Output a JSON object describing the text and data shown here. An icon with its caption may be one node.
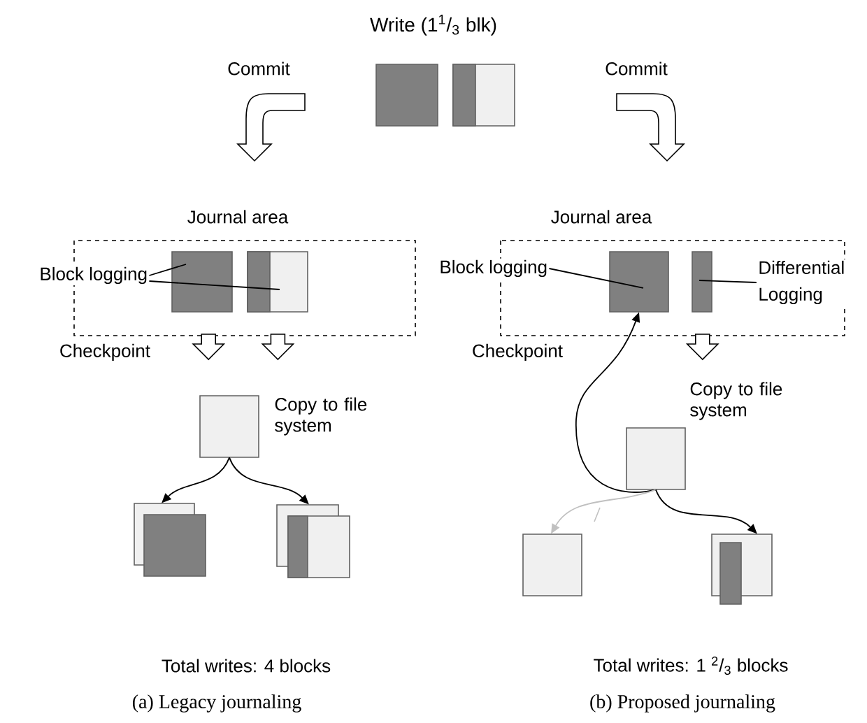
{
  "diagram": {
    "title": "Write (1$^{1}$/$_{3}$ blk)",
    "nodes": [
      {
        "text": [],
        "shape": "box"
      },
      {
        "text": [],
        "shape": "box"
      },
      {
        "text": [
          "Journal area"
        ]
      },
      {
        "text": [
          "Block logging"
        ]
      },
      {
        "text": [],
        "shape": "box",
        "in": 2
      },
      {
        "text": [],
        "shape": "box",
        "in": 2
      },
      {
        "text": [],
        "shape": "box",
        "beside": [
          "Copy to file system"
        ]
      },
      {
        "text": [],
        "shape": "box"
      },
      {
        "text": [],
        "shape": "box"
      },
      {
        "text": [
          "Journal area"
        ]
      },
      {
        "text": [
          "Block logging"
        ]
      },
      {
        "text": [],
        "shape": "box",
        "in": 9
      },
      {
        "text": [],
        "shape": "box",
        "in": 9
      },
      {
        "text": [
          "Differential Logging"
        ]
      },
      {
        "text": [],
        "shape": "box",
        "beside": [
          "Copy to file system"
        ]
      },
      {
        "text": [],
        "shape": "box"
      },
      {
        "text": [],
        "shape": "box"
      }
    ],
    "edges": [
      {
        "from": 3,
        "to": 4,
        "arrow": "none"
      },
      {
        "from": 3,
        "to": 5,
        "arrow": "none"
      },
      {
        "from": 6,
        "to": 7,
        "arrow": "to"
      },
      {
        "from": 6,
        "to": 8,
        "arrow": "to"
      },
      {
        "from": 10,
        "to": 11,
        "arrow": "none"
      },
      {
        "from": 13,
        "to": 12,
        "arrow": "none"
      },
      {
        "from": 14,
        "to": 11,
        "arrow": "to"
      },
      {
        "from": 14,
        "to": 15,
        "arrow": "to",
        "color": "#c0c0c0"
      },
      {
        "from": 14,
        "to": 16,
        "arrow": "to"
      },
      {
        "from": 4,
        "to": 6,
        "arrow": "to"
      },
      {
        "from": 5,
        "to": 6,
        "arrow": "to"
      },
      {
        "from": 12,
        "to": 14,
        "arrow": "to"
      }
    ],
    "labels": [
      "Commit",
      "Commit",
      "Checkpoint",
      "Checkpoint",
      "Total writes:  4 blocks",
      "Total writes: 1 $^{2}$/$_{3}$ blocks",
      "(a) Legacy  journaling",
      "(b) Proposed journaling"
    ]
  }
}
